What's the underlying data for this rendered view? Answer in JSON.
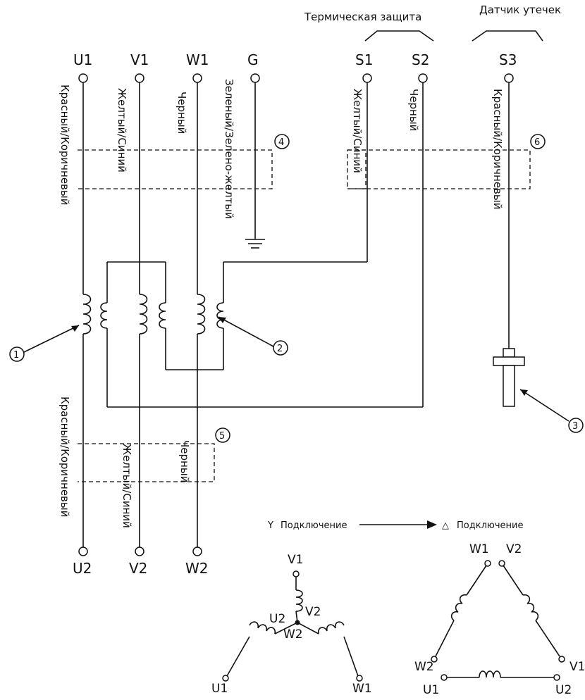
{
  "headers": {
    "thermal_protection": "Термическая защита",
    "leak_sensor": "Датчик утечек"
  },
  "terminals": {
    "top": [
      "U1",
      "V1",
      "W1",
      "G",
      "S1",
      "S2",
      "S3"
    ],
    "bottom": [
      "U2",
      "V2",
      "W2"
    ]
  },
  "wire_labels": {
    "u1": "Красный/Коричневый",
    "v1": "Желтый/Синий",
    "w1": "Черный",
    "g": "Зеленый/Зелено-желтый",
    "s1": "Желтый/Синий",
    "s2": "Черный",
    "s3": "Красный/Коричневый",
    "u2": "Красный/Коричневый",
    "v2": "Желтый/Синий",
    "w2": "Черный"
  },
  "callouts": [
    "①",
    "②",
    "③",
    "④",
    "⑤",
    "⑥"
  ],
  "connection": {
    "y_symbol": "Y",
    "y_label": "Подключение",
    "delta_symbol": "△",
    "delta_label": "Подключение"
  },
  "star": {
    "top": "V1",
    "center_left": "U2",
    "center_right": "V2",
    "center_bottom": "W2",
    "left": "U1",
    "right": "W1"
  },
  "delta": {
    "top_left": "W1",
    "top_right": "V2",
    "left": "W2",
    "right": "V1",
    "bottom_left": "U1",
    "bottom_right": "U2"
  }
}
